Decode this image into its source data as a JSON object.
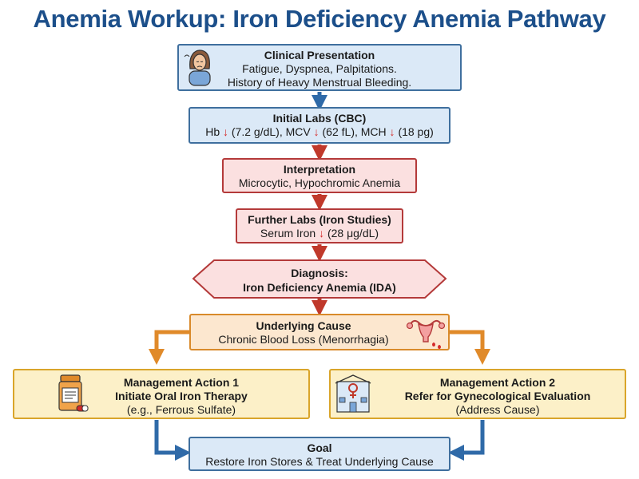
{
  "title": "Anemia Workup: Iron Deficiency Anemia Pathway",
  "presentation": {
    "heading": "Clinical Presentation",
    "line1": "Fatigue, Dyspnea, Palpitations.",
    "line2": "History of Heavy Menstrual Bleeding."
  },
  "initial_labs": {
    "heading": "Initial Labs (CBC)",
    "hb_label": "Hb",
    "hb_value": "(7.2 g/dL),",
    "mcv_label": "MCV",
    "mcv_value": "(62 fL),",
    "mch_label": "MCH",
    "mch_value": "(18 pg)",
    "down_arrow": "↓"
  },
  "interpretation": {
    "heading": "Interpretation",
    "line1": "Microcytic, Hypochromic Anemia"
  },
  "further_labs": {
    "heading": "Further Labs (Iron Studies)",
    "label": "Serum Iron",
    "value": "(28 μg/dL)",
    "down_arrow": "↓"
  },
  "diagnosis": {
    "heading": "Diagnosis:",
    "line1": "Iron Deficiency Anemia (IDA)"
  },
  "cause": {
    "heading": "Underlying Cause",
    "line1": "Chronic Blood Loss (Menorrhagia)"
  },
  "action1": {
    "heading": "Management Action 1",
    "line1": "Initiate Oral Iron Therapy",
    "line2": "(e.g., Ferrous Sulfate)"
  },
  "action2": {
    "heading": "Management Action 2",
    "line1": "Refer for Gynecological Evaluation",
    "line2": "(Address Cause)"
  },
  "goal": {
    "heading": "Goal",
    "line1": "Restore Iron Stores & Treat Underlying Cause"
  },
  "colors": {
    "blue": "#3f6f9e",
    "red": "#c0392b",
    "orange": "#e08a2a",
    "title": "#1c4f8a"
  }
}
